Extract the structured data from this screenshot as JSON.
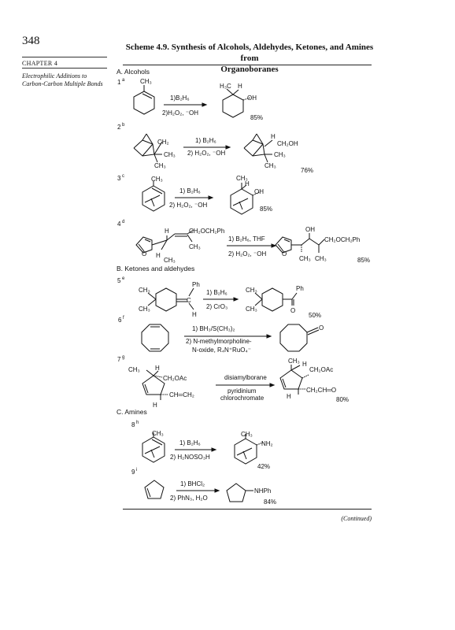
{
  "page": {
    "number": "348",
    "chapter_label": "CHAPTER 4",
    "chapter_subtitle": "Electrophilic Additions to Carbon-Carbon Multiple Bonds",
    "continued": "(Continued)"
  },
  "scheme": {
    "title_line1": "Scheme 4.9.  Synthesis of Alcohols, Aldehydes, Ketones, and Amines from",
    "title_line2": "Organoboranes"
  },
  "sections": {
    "a": "A.  Alcohols",
    "b": "B.  Ketones and aldehydes",
    "c": "C.  Amines"
  },
  "entries": [
    {
      "num": "1",
      "sup": "a",
      "reagent1": "1)B₂H₆",
      "reagent2": "2)H₂O₂, ⁻OH",
      "yield": "85%"
    },
    {
      "num": "2",
      "sup": "b",
      "reagent1": "1) B₂H₆",
      "reagent2": "2) H₂O₂, ⁻OH",
      "yield": "76%"
    },
    {
      "num": "3",
      "sup": "c",
      "reagent1": "1) B₂H₆",
      "reagent2": "2) H₂O₂, ⁻OH",
      "yield": "85%"
    },
    {
      "num": "4",
      "sup": "d",
      "reagent1": "1) B₂H₆, THF",
      "reagent2": "2) H₂O₂, ⁻OH",
      "yield": "85%"
    },
    {
      "num": "5",
      "sup": "e",
      "reagent1": "1) B₂H₆",
      "reagent2": "2) CrO₃",
      "yield": "50%"
    },
    {
      "num": "6",
      "sup": "f",
      "reagent1": "1) BH₃/S(CH₃)₂",
      "reagent2": "2) N-methylmorpholine-",
      "reagent3": "N-oxide, R₄N⁺RuO₄⁻",
      "yield": ""
    },
    {
      "num": "7",
      "sup": "g",
      "reagent1": "disiamylborane",
      "reagent2": "pyridinium",
      "reagent3": "chlorochromate",
      "yield": "80%"
    },
    {
      "num": "8",
      "sup": "h",
      "reagent1": "1) B₂H₆",
      "reagent2": "2) H₂NOSO₃H",
      "yield": "42%"
    },
    {
      "num": "9",
      "sup": "i",
      "reagent1": "1) BHCl₂",
      "reagent2": "2) PhN₃, H₂O",
      "yield": "84%"
    }
  ],
  "labels": {
    "ch3": "CH₃",
    "h3c": "H₃C",
    "h": "H",
    "oh": "OH",
    "ch2": "CH₂",
    "ch2oh": "CH₂OH",
    "ch2och2ph": "CH₂OCH₂Ph",
    "o": "O",
    "ph": "Ph",
    "c": "C",
    "ch2oac": "CH₂OAc",
    "ch_ch2": "CH═CH₂",
    "ch2ch_o": "CH₂CH═O",
    "nh2": "NH₂",
    "nhph": "NHPh"
  }
}
